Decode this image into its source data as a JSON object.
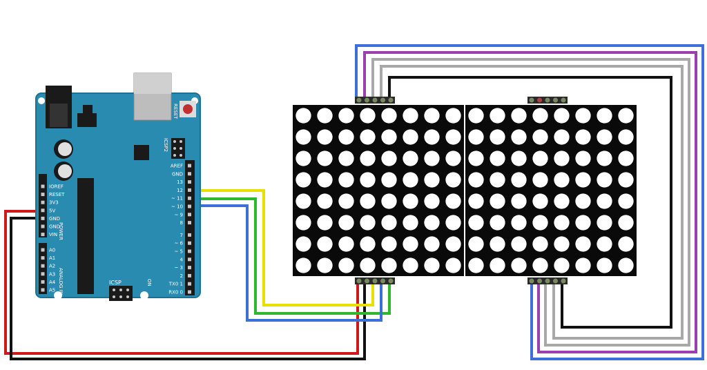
{
  "board": {
    "digital_pins": [
      "AREF",
      "GND",
      "13",
      "12",
      "~ 11",
      "~ 10",
      "~ 9",
      "8",
      "7",
      "~ 6",
      "~ 5",
      "4",
      "~ 3",
      "2",
      "TX0 1",
      "RX0 0"
    ],
    "power_pins": [
      "IOREF",
      "RESET",
      "3V3",
      "5V",
      "GND",
      "GND",
      "VIN"
    ],
    "analog_pins": [
      "A0",
      "A1",
      "A2",
      "A3",
      "A4",
      "A5"
    ],
    "reset_label": "RESET",
    "icsp2_label": "ICSP2",
    "icsp_label": "ICSP",
    "on_label": "ON",
    "power_label": "POWER",
    "analog_label": "ANALOG IN"
  },
  "matrix": {
    "modules": 2,
    "rows": 8,
    "cols": 8
  },
  "colors": {
    "board": "#2a8bb0",
    "board_edge": "#1f6f8f",
    "red": "#cc1a1a",
    "black": "#111111",
    "yellow": "#e8e000",
    "green": "#2eb82e",
    "blue": "#3c6fd8",
    "purple": "#9b3fb0",
    "gray": "#a8a8a8"
  }
}
